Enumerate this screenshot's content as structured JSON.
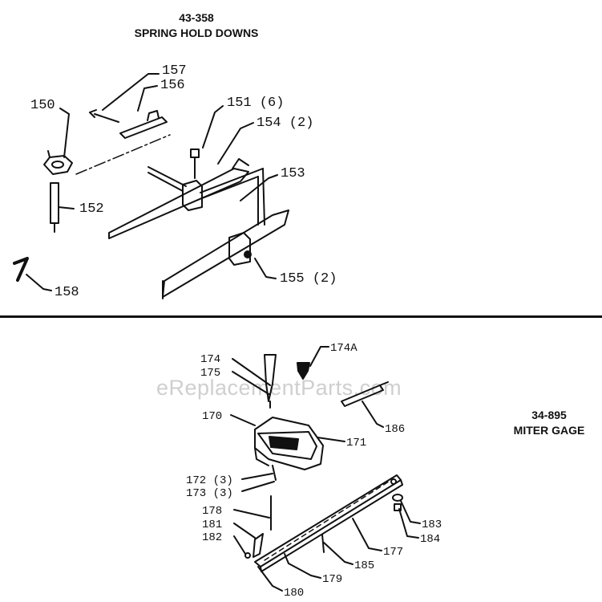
{
  "hold_downs": {
    "model": "43-358",
    "name": "SPRING HOLD DOWNS",
    "callouts": {
      "c157": "157",
      "c156": "156",
      "c150": "150",
      "c151": "151 (6)",
      "c154": "154 (2)",
      "c153": "153",
      "c152": "152",
      "c155": "155 (2)",
      "c158": "158"
    }
  },
  "miter_gage": {
    "model": "34-895",
    "name": "MITER GAGE",
    "callouts": {
      "c174": "174",
      "c174a": "174A",
      "c175": "175",
      "c186": "186",
      "c170": "170",
      "c171": "171",
      "c172": "172 (3)",
      "c173": "173 (3)",
      "c178": "178",
      "c181": "181",
      "c182": "182",
      "c183": "183",
      "c184": "184",
      "c177": "177",
      "c185": "185",
      "c179": "179",
      "c180": "180"
    }
  },
  "watermark": "eReplacementParts.com"
}
